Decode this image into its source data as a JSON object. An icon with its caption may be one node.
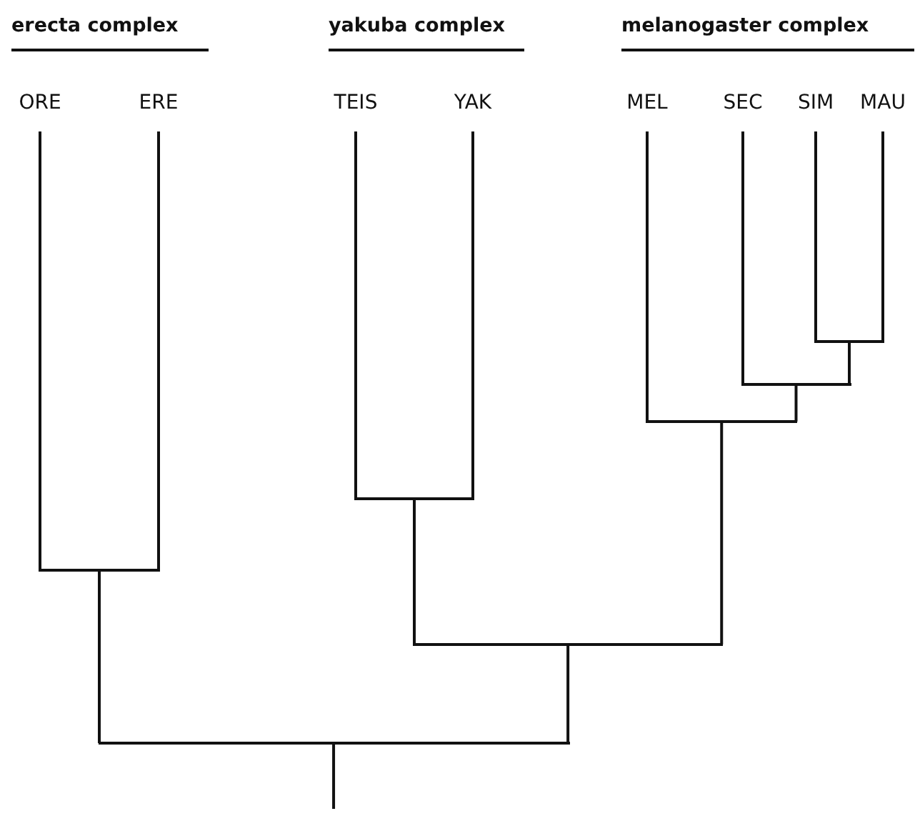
{
  "diagram": {
    "nodes": [
      {
        "text": [
          "ORE"
        ]
      },
      {
        "text": [
          "ERE"
        ]
      },
      {
        "text": [
          "TEIS"
        ]
      },
      {
        "text": [
          "YAK"
        ]
      },
      {
        "text": [
          "MEL"
        ]
      },
      {
        "text": [
          "SEC"
        ]
      },
      {
        "text": [
          "SIM"
        ]
      },
      {
        "text": [
          "MAU"
        ]
      },
      {
        "text": [],
        "shape": "bar"
      },
      {
        "text": [],
        "shape": "bar"
      },
      {
        "text": [],
        "shape": "bar"
      },
      {
        "text": [],
        "shape": "bar"
      },
      {
        "text": [],
        "shape": "bar"
      },
      {
        "text": [],
        "shape": "bar"
      },
      {
        "text": [],
        "shape": "bar"
      }
    ],
    "edges": [
      {
        "from": 8,
        "to": 6,
        "arrow": "none"
      },
      {
        "from": 8,
        "to": 7,
        "arrow": "none"
      },
      {
        "from": 9,
        "to": 5,
        "arrow": "none"
      },
      {
        "from": 9,
        "to": 8,
        "arrow": "none"
      },
      {
        "from": 10,
        "to": 4,
        "arrow": "none"
      },
      {
        "from": 10,
        "to": 9,
        "arrow": "none"
      },
      {
        "from": 11,
        "to": 2,
        "arrow": "none"
      },
      {
        "from": 11,
        "to": 3,
        "arrow": "none"
      },
      {
        "from": 12,
        "to": 0,
        "arrow": "none"
      },
      {
        "from": 12,
        "to": 1,
        "arrow": "none"
      },
      {
        "from": 13,
        "to": 11,
        "arrow": "none"
      },
      {
        "from": 13,
        "to": 10,
        "arrow": "none"
      },
      {
        "from": 14,
        "to": 12,
        "arrow": "none"
      },
      {
        "from": 14,
        "to": 13,
        "arrow": "none"
      },
      {
        "from": 14,
        "to": null,
        "arrow": "none"
      }
    ],
    "labels": [
      "erecta complex",
      "yakuba complex",
      "melanogaster complex"
    ]
  }
}
